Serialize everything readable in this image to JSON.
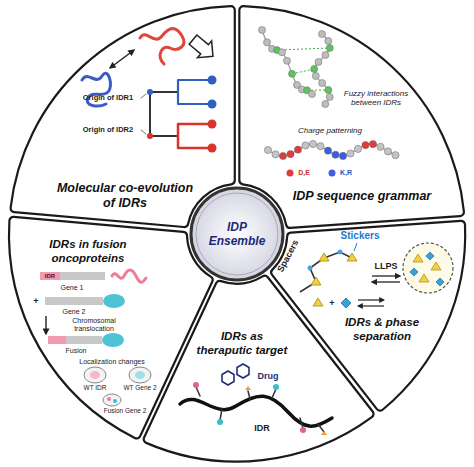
{
  "diagram": {
    "nodes": [
      {
        "text": [
          "Molecular co-evolution of IDRs"
        ]
      },
      {
        "text": [
          "IDP sequence grammar"
        ]
      },
      {
        "text": [
          "IDRs in fusion oncoproteins"
        ]
      },
      {
        "text": [
          "IDP Ensemble"
        ]
      },
      {
        "text": [
          "IDRs & phase separation"
        ]
      },
      {
        "text": [
          "IDRs as theraputic target"
        ]
      }
    ],
    "labels": [
      "Origin of IDR1",
      "Origin of IDR2",
      "Fuzzy interactions between IDRs",
      "Charge patterning",
      "D,E",
      "K,R",
      "IDR",
      "Gene 1",
      "+",
      "Gene 2",
      "Chromosomal translocation",
      "Fusion",
      "Localization changes",
      "WT IDR",
      "WT Gene 2",
      "Fusion Gene 2",
      "Stickers",
      "Spacers",
      "LLPS",
      "+",
      "Drug",
      "IDR"
    ]
  }
}
